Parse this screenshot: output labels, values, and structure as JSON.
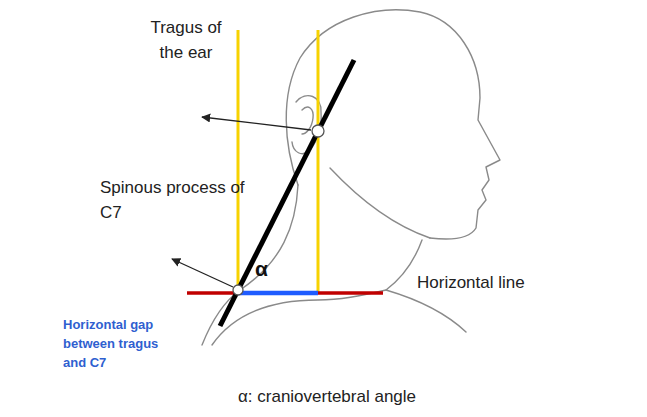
{
  "diagram": {
    "labels": [
      "Tragus of the ear",
      "Spinous process of C7",
      "α",
      "Horizontal line",
      "Horizontal gap between tragus and C7",
      "α: craniovertebral angle"
    ]
  }
}
